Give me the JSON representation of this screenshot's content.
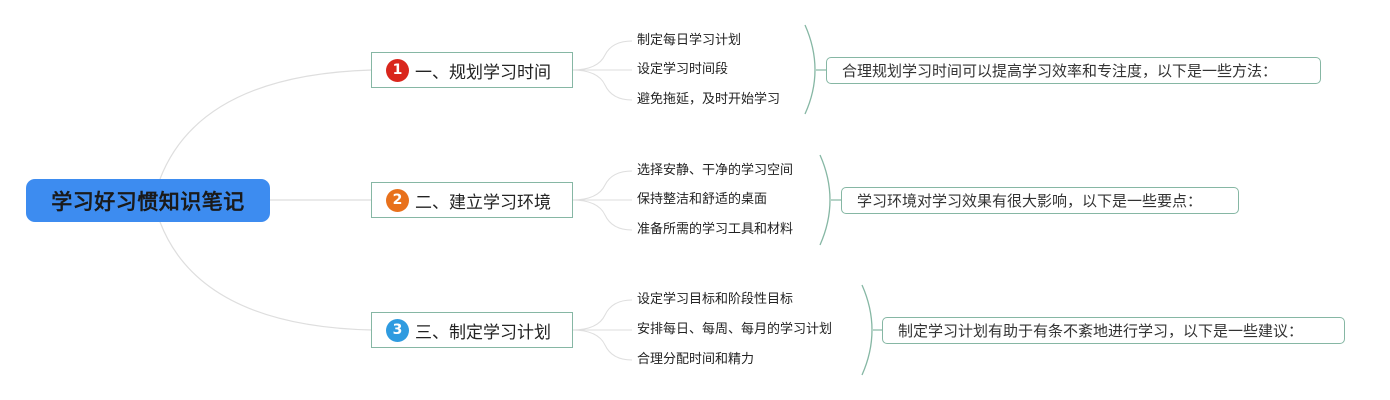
{
  "root": {
    "title": "学习好习惯知识笔记"
  },
  "branches": [
    {
      "number": "1",
      "number_color": "#d9261c",
      "label": "一、规划学习时间",
      "items": [
        "制定每日学习计划",
        "设定学习时间段",
        "避免拖延，及时开始学习"
      ],
      "summary": "合理规划学习时间可以提高学习效率和专注度，以下是一些方法："
    },
    {
      "number": "2",
      "number_color": "#e8711c",
      "label": "二、建立学习环境",
      "items": [
        "选择安静、干净的学习空间",
        "保持整洁和舒适的桌面",
        "准备所需的学习工具和材料"
      ],
      "summary": "学习环境对学习效果有很大影响，以下是一些要点："
    },
    {
      "number": "3",
      "number_color": "#2f9be0",
      "label": "三、制定学习计划",
      "items": [
        "设定学习目标和阶段性目标",
        "安排每日、每周、每月的学习计划",
        "合理分配时间和精力"
      ],
      "summary": "制定学习计划有助于有条不紊地进行学习，以下是一些建议："
    }
  ],
  "colors": {
    "root_fill": "#3d8cf0",
    "border": "#86b7a4",
    "connector": "#dedede"
  }
}
